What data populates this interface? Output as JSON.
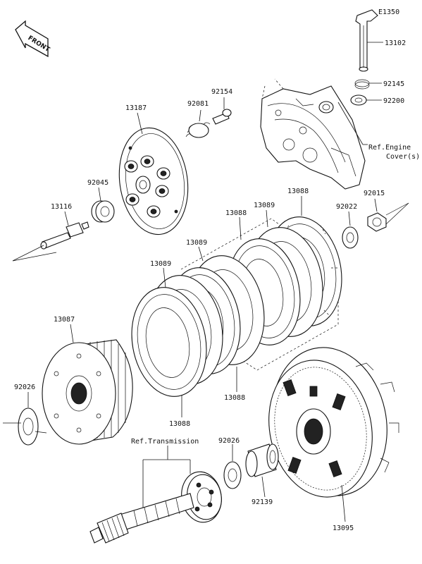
{
  "diagram_code": "E1350",
  "front_label": "FRONT",
  "callouts": {
    "p13102": "13102",
    "p92145": "92145",
    "p92200": "92200",
    "p92154": "92154",
    "p92081": "92081",
    "p13187": "13187",
    "p92045": "92045",
    "p13116": "13116",
    "p92015": "92015",
    "p92022": "92022",
    "p13088_top": "13088",
    "p13089_top": "13089",
    "p13088_mid": "13088",
    "p13089_mid": "13089",
    "p13089_left": "13089",
    "p13087": "13087",
    "p92026_left": "92026",
    "p13088_bottom": "13088",
    "p13088_right": "13088",
    "p92026_mid": "92026",
    "p92139": "92139",
    "p13095": "13095"
  },
  "references": {
    "engine_cover_line1": "Ref.Engine",
    "engine_cover_line2": "Cover(s)",
    "transmission": "Ref.Transmission"
  }
}
